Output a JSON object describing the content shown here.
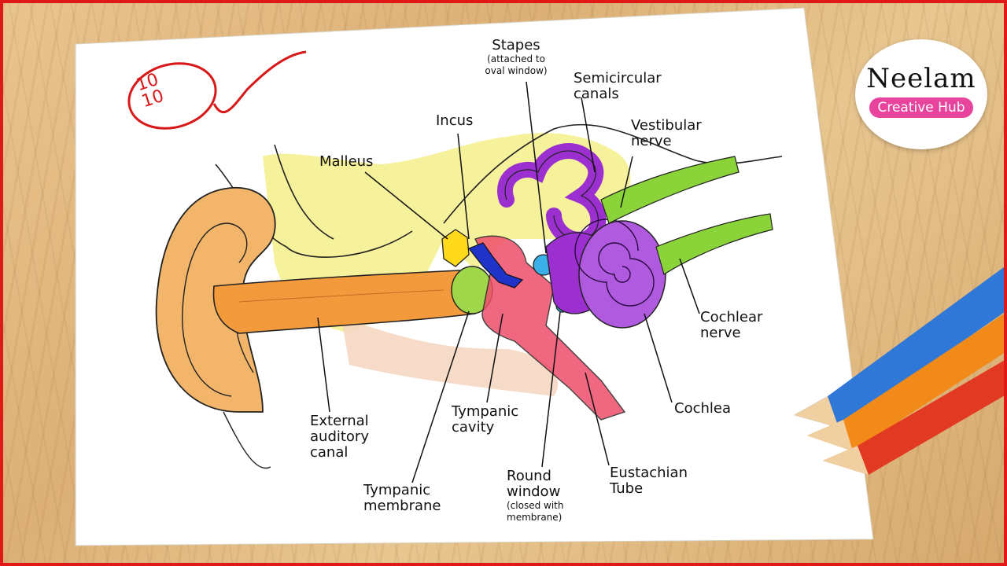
{
  "score": {
    "numerator": "10",
    "denominator": "10"
  },
  "logo": {
    "name": "Neelam",
    "tagline": "Creative Hub"
  },
  "labels": {
    "stapes": "Stapes",
    "stapes_note": "(attached to oval window)",
    "incus": "Incus",
    "malleus": "Malleus",
    "semicircular_canals": "Semicircular canals",
    "vestibular_nerve": "Vestibular nerve",
    "cochlear_nerve": "Cochlear nerve",
    "cochlea": "Cochlea",
    "external_auditory_canal": "External auditory canal",
    "tympanic_cavity": "Tympanic cavity",
    "tympanic_membrane": "Tympanic membrane",
    "round_window": "Round window",
    "round_window_note": "(closed with membrane)",
    "eustachian_tube": "Eustachian Tube"
  },
  "colors": {
    "frame": "#e01818",
    "outer_ear": "#f2b56a",
    "canal": "#f39a3c",
    "bone": "#f4ee6a",
    "malleus": "#ffd91a",
    "incus": "#1f33c8",
    "stapes": "#3ab0e8",
    "tympanic_membrane": "#9fd64a",
    "middle_ear": "#ee4d6a",
    "inner_ear": "#9b2fd0",
    "nerve": "#8ad43a",
    "logo_accent": "#e8449e"
  }
}
